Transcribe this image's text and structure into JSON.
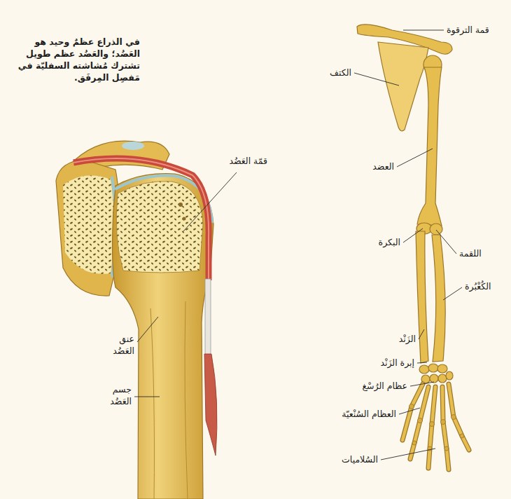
{
  "diagram": {
    "labels": [
      "في الذراع عظمٌ وحيد هو العَضُد؛ والعَضُد عظم طويل تشترك مُشاشته السفليّة في مَفصِل المِرفَق.",
      "قمة الترقوة",
      "الكتف",
      "العضد",
      "البكرة",
      "اللقمة",
      "الكُعْبُرة",
      "الزَنْد",
      "إبرة الزَنْد",
      "عظام الرُسْغ",
      "العظام السُنْعيّة",
      "السُلاميات",
      "قمّة العَضُد",
      "عنق العَضُد",
      "جسم العَضُد"
    ]
  }
}
